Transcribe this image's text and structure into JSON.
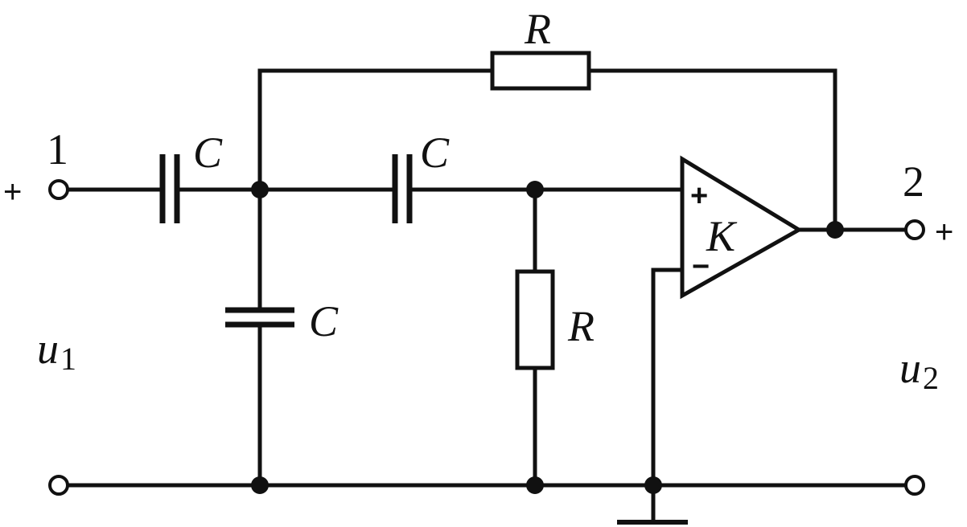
{
  "labels": {
    "feedback_resistor": "R",
    "series_capacitor_1": "C",
    "series_capacitor_2": "C",
    "shunt_capacitor": "C",
    "shunt_resistor": "R",
    "amplifier_gain": "K",
    "amp_noninverting_sign": "+",
    "amp_inverting_sign": "−",
    "input_terminal_number": "1",
    "output_terminal_number": "2",
    "input_polarity": "+",
    "output_polarity": "+",
    "input_voltage": {
      "symbol": "u",
      "subscript": "1"
    },
    "output_voltage": {
      "symbol": "u",
      "subscript": "2"
    }
  }
}
